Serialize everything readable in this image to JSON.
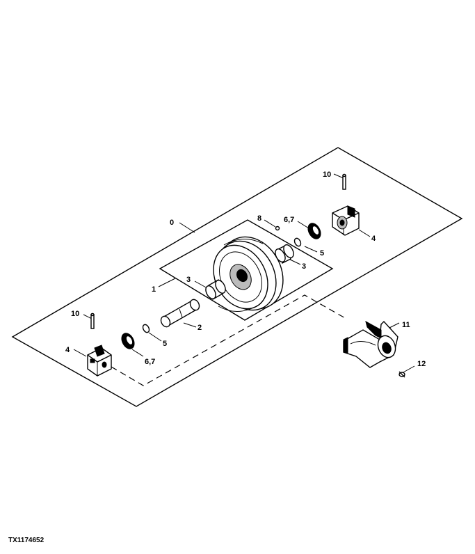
{
  "figure_id": "TX1174652",
  "callouts": {
    "assembly": "0",
    "idler": "1",
    "shaft": "2",
    "bushing_left": "3",
    "bushing_right": "3",
    "bearing_block_left": "4",
    "bearing_block_right": "4",
    "o_ring_left": "5",
    "o_ring_right": "5",
    "seal_left": "6,7",
    "seal_right": "6,7",
    "plug": "8",
    "pin_left": "10",
    "pin_right": "10",
    "yoke": "11",
    "fitting": "12"
  }
}
